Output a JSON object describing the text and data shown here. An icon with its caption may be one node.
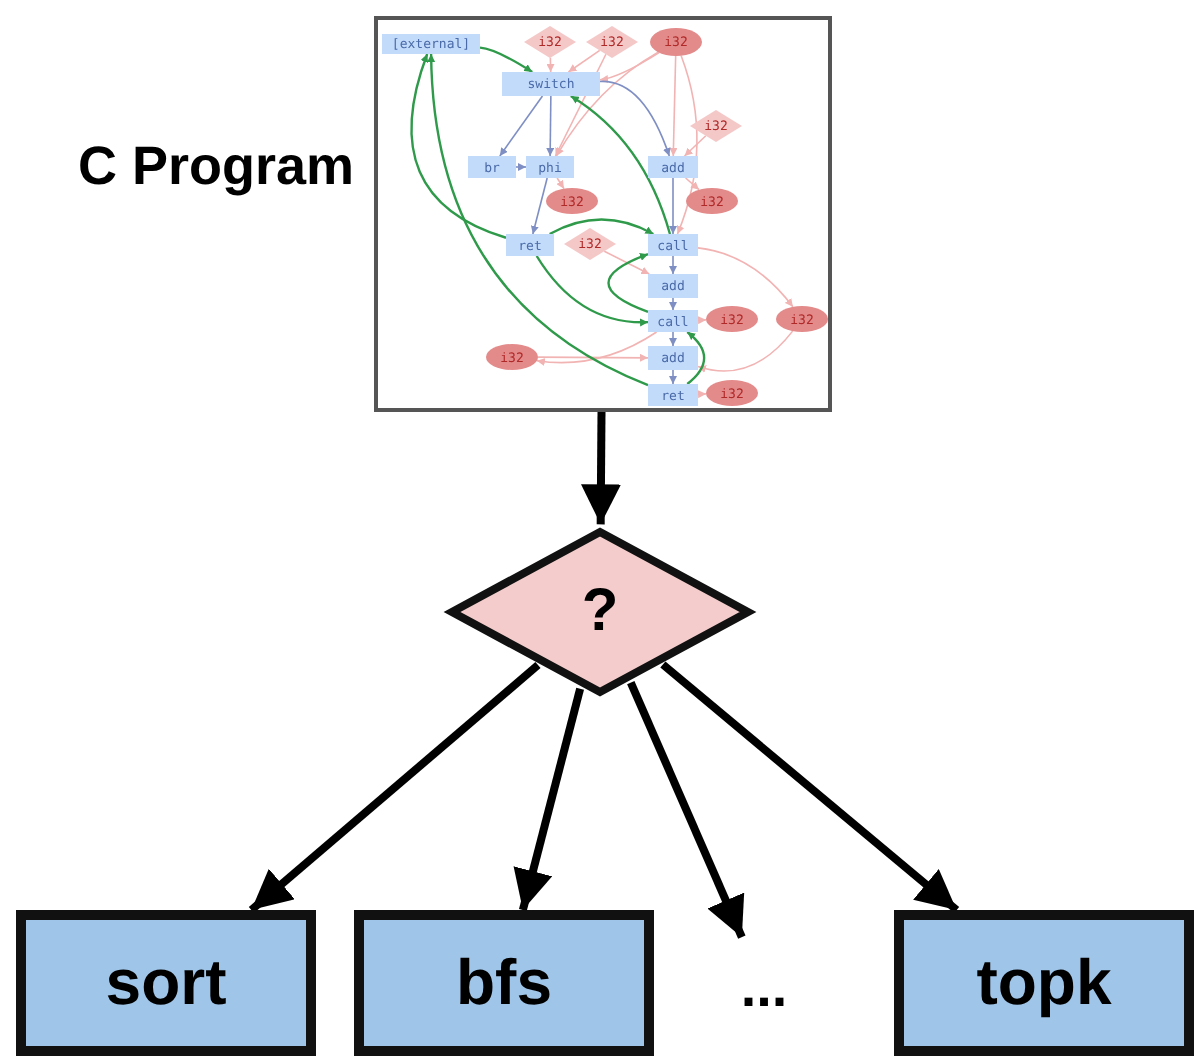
{
  "diagram": {
    "nodes": [
      {
        "text": [],
        "shape": "box",
        "beside": [
          "C Program"
        ]
      },
      {
        "text": [
          "[external]"
        ],
        "in": 0
      },
      {
        "text": [
          "i32"
        ],
        "in": 0
      },
      {
        "text": [
          "i32"
        ],
        "in": 0
      },
      {
        "text": [
          "i32"
        ],
        "in": 0
      },
      {
        "text": [
          "switch"
        ],
        "in": 0
      },
      {
        "text": [
          "i32"
        ],
        "in": 0
      },
      {
        "text": [
          "br"
        ],
        "in": 0
      },
      {
        "text": [
          "phi"
        ],
        "in": 0
      },
      {
        "text": [
          "add"
        ],
        "in": 0
      },
      {
        "text": [
          "i32"
        ],
        "in": 0
      },
      {
        "text": [
          "i32"
        ],
        "in": 0
      },
      {
        "text": [
          "ret"
        ],
        "in": 0
      },
      {
        "text": [
          "i32"
        ],
        "in": 0
      },
      {
        "text": [
          "call"
        ],
        "in": 0
      },
      {
        "text": [
          "add"
        ],
        "in": 0
      },
      {
        "text": [
          "call"
        ],
        "in": 0
      },
      {
        "text": [
          "i32"
        ],
        "in": 0
      },
      {
        "text": [
          "i32"
        ],
        "in": 0
      },
      {
        "text": [
          "i32"
        ],
        "in": 0
      },
      {
        "text": [
          "add"
        ],
        "in": 0
      },
      {
        "text": [
          "ret"
        ],
        "in": 0
      },
      {
        "text": [
          "i32"
        ],
        "in": 0
      },
      {
        "text": [
          "?"
        ]
      },
      {
        "text": [
          "sort"
        ]
      },
      {
        "text": [
          "bfs"
        ]
      },
      {
        "text": [
          "..."
        ]
      },
      {
        "text": [
          "topk"
        ]
      }
    ],
    "edges": [
      {
        "from": 2,
        "to": 5,
        "arrow": "to"
      },
      {
        "from": 3,
        "to": 5,
        "arrow": "to"
      },
      {
        "from": 4,
        "to": 5,
        "arrow": "to"
      },
      {
        "from": 4,
        "to": 8,
        "arrow": "to"
      },
      {
        "from": 3,
        "to": 8,
        "arrow": "to"
      },
      {
        "from": 4,
        "to": 9,
        "arrow": "to"
      },
      {
        "from": 6,
        "to": 9,
        "arrow": "to"
      },
      {
        "from": 8,
        "to": 10,
        "arrow": "to"
      },
      {
        "from": 9,
        "to": 11,
        "arrow": "to"
      },
      {
        "from": 4,
        "to": 14,
        "arrow": "to"
      },
      {
        "from": 13,
        "to": 15,
        "arrow": "to"
      },
      {
        "from": 14,
        "to": 18,
        "arrow": "to"
      },
      {
        "from": 18,
        "to": 20,
        "arrow": "to"
      },
      {
        "from": 16,
        "to": 17,
        "arrow": "to"
      },
      {
        "from": 16,
        "to": 19,
        "arrow": "to"
      },
      {
        "from": 19,
        "to": 20,
        "arrow": "to"
      },
      {
        "from": 21,
        "to": 22,
        "arrow": "to"
      },
      {
        "from": 5,
        "to": 7,
        "arrow": "to",
        "color": "#7f8fc4"
      },
      {
        "from": 5,
        "to": 8,
        "arrow": "to",
        "color": "#7f8fc4"
      },
      {
        "from": 5,
        "to": 9,
        "arrow": "to",
        "color": "#7f8fc4"
      },
      {
        "from": 7,
        "to": 8,
        "arrow": "to",
        "color": "#7f8fc4"
      },
      {
        "from": 8,
        "to": 12,
        "arrow": "to",
        "color": "#7f8fc4"
      },
      {
        "from": 9,
        "to": 14,
        "arrow": "to",
        "color": "#7f8fc4"
      },
      {
        "from": 14,
        "to": 15,
        "arrow": "to",
        "color": "#7f8fc4"
      },
      {
        "from": 15,
        "to": 16,
        "arrow": "to",
        "color": "#7f8fc4"
      },
      {
        "from": 16,
        "to": 20,
        "arrow": "to",
        "color": "#7f8fc4"
      },
      {
        "from": 20,
        "to": 21,
        "arrow": "to",
        "color": "#7f8fc4"
      },
      {
        "from": 1,
        "to": 5,
        "arrow": "to",
        "color": "#2e9a4a"
      },
      {
        "from": 12,
        "to": 1,
        "arrow": "to",
        "color": "#2e9a4a"
      },
      {
        "from": 12,
        "to": 14,
        "arrow": "to",
        "color": "#2e9a4a"
      },
      {
        "from": 14,
        "to": 5,
        "arrow": "to",
        "color": "#2e9a4a"
      },
      {
        "from": 12,
        "to": 16,
        "arrow": "to",
        "color": "#2e9a4a"
      },
      {
        "from": 21,
        "to": 1,
        "arrow": "to",
        "color": "#2e9a4a"
      },
      {
        "from": 16,
        "to": 14,
        "arrow": "to",
        "color": "#2e9a4a"
      },
      {
        "from": 21,
        "to": 16,
        "arrow": "to",
        "color": "#2e9a4a"
      },
      {
        "from": 0,
        "to": 23,
        "arrow": "to",
        "style": "thick",
        "color": "#000000"
      },
      {
        "from": 23,
        "to": 24,
        "arrow": "to",
        "style": "thick",
        "color": "#000000"
      },
      {
        "from": 23,
        "to": 25,
        "arrow": "to",
        "style": "thick",
        "color": "#000000"
      },
      {
        "from": 23,
        "to": 26,
        "arrow": "to",
        "style": "thick",
        "color": "#000000"
      },
      {
        "from": 23,
        "to": 27,
        "arrow": "to",
        "style": "thick",
        "color": "#000000"
      }
    ]
  }
}
